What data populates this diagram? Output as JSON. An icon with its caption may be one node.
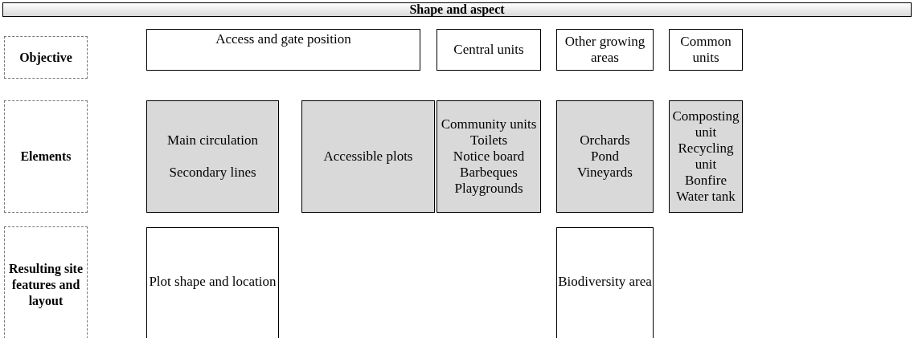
{
  "diagram": {
    "nodes": [
      {
        "text": [
          "Shape and aspect"
        ]
      },
      {
        "text": [
          "Objective"
        ]
      },
      {
        "text": [
          "Access and gate position"
        ]
      },
      {
        "text": [
          "Central units"
        ]
      },
      {
        "text": [
          "Other growing areas"
        ]
      },
      {
        "text": [
          "Common units"
        ]
      },
      {
        "text": [
          "Elements"
        ]
      },
      {
        "text": [
          "Main circulation",
          "Secondary lines"
        ]
      },
      {
        "text": [
          "Accessible plots"
        ]
      },
      {
        "text": [
          "Community units",
          "Toilets",
          "Notice board",
          "Barbeques",
          "Playgrounds"
        ]
      },
      {
        "text": [
          "Orchards",
          "Pond",
          "Vineyards"
        ]
      },
      {
        "text": [
          "Composting unit",
          "Recycling unit",
          "Bonfire",
          "Water tank"
        ]
      },
      {
        "text": [
          "Resulting site features and layout"
        ]
      },
      {
        "text": [
          "Plot shape and location"
        ]
      },
      {
        "text": [
          "Biodiversity area"
        ]
      }
    ]
  }
}
